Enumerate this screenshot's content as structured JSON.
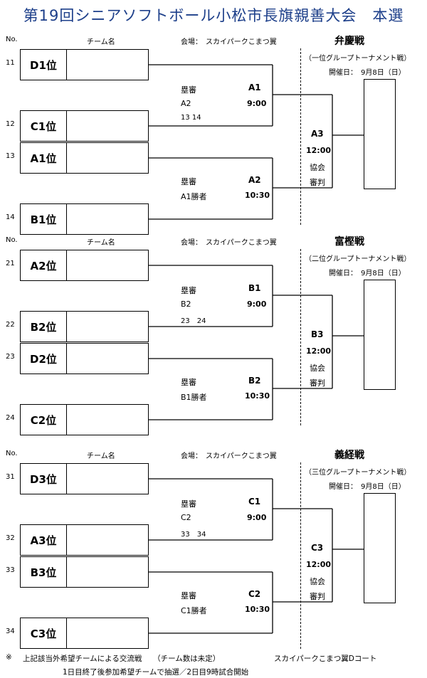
{
  "title": "第19回シニアソフトボール小松市長旗親善大会　本選",
  "header": {
    "no_label": "No.",
    "team_label": "チーム名",
    "venue": "会場：　スカイパークこまつ翼"
  },
  "sections": [
    {
      "name": "弁慶戦",
      "subtitle": "（一位グループトーナメント戦）",
      "date": "開催日：　9月8日（日）",
      "teams": [
        {
          "no": "11",
          "seed": "D1位"
        },
        {
          "no": "12",
          "seed": "C1位"
        },
        {
          "no": "13",
          "seed": "A1位"
        },
        {
          "no": "14",
          "seed": "B1位"
        }
      ],
      "m1": {
        "ump": "塁審",
        "ump_val": "A2",
        "extra": "13 14",
        "code": "A1",
        "time": "9:00"
      },
      "m2": {
        "ump": "塁審",
        "ump_val": "A1勝者",
        "code": "A2",
        "time": "10:30"
      },
      "final": {
        "code": "A3",
        "time": "12:00",
        "ump1": "協会",
        "ump2": "審判"
      }
    },
    {
      "name": "富樫戦",
      "subtitle": "（二位グループトーナメント戦）",
      "date": "開催日：　9月8日（日）",
      "teams": [
        {
          "no": "21",
          "seed": "A2位"
        },
        {
          "no": "22",
          "seed": "B2位"
        },
        {
          "no": "23",
          "seed": "D2位"
        },
        {
          "no": "24",
          "seed": "C2位"
        }
      ],
      "m1": {
        "ump": "塁審",
        "ump_val": "B2",
        "extra": "23　24",
        "code": "B1",
        "time": "9:00"
      },
      "m2": {
        "ump": "塁審",
        "ump_val": "B1勝者",
        "code": "B2",
        "time": "10:30"
      },
      "final": {
        "code": "B3",
        "time": "12:00",
        "ump1": "協会",
        "ump2": "審判"
      }
    },
    {
      "name": "義経戦",
      "subtitle": "（三位グループトーナメント戦）",
      "date": "開催日：　9月8日（日）",
      "teams": [
        {
          "no": "31",
          "seed": "D3位"
        },
        {
          "no": "32",
          "seed": "A3位"
        },
        {
          "no": "33",
          "seed": "B3位"
        },
        {
          "no": "34",
          "seed": "C3位"
        }
      ],
      "m1": {
        "ump": "塁審",
        "ump_val": "C2",
        "extra": "33　34",
        "code": "C1",
        "time": "9:00"
      },
      "m2": {
        "ump": "塁審",
        "ump_val": "C1勝者",
        "code": "C2",
        "time": "10:30"
      },
      "final": {
        "code": "C3",
        "time": "12:00",
        "ump1": "協会",
        "ump2": "審判"
      }
    }
  ],
  "footer": {
    "mark": "※",
    "line1": "上記該当外希望チームによる交流戦　　（チーム数は未定）",
    "court": "スカイパークこまつ翼Dコート",
    "line2": "1日目終了後参加希望チームで抽選／2日目9時試合開始"
  }
}
